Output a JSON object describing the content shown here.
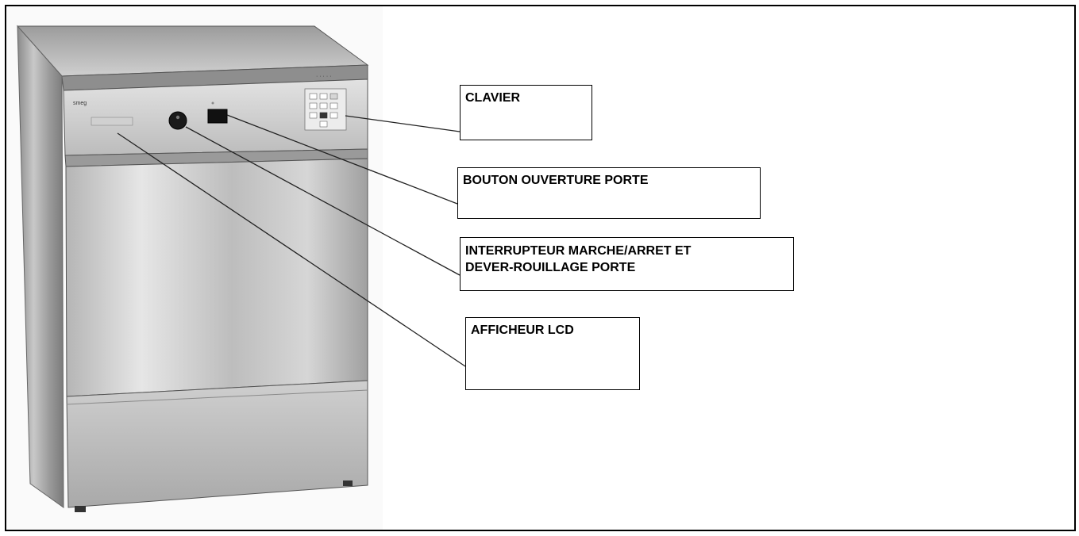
{
  "labels": {
    "clavier": "CLAVIER",
    "bouton_ouverture_porte": "BOUTON OUVERTURE PORTE",
    "interrupteur_line1": "INTERRUPTEUR MARCHE/ARRET ET",
    "interrupteur_line2": "DEVER-ROUILLAGE PORTE",
    "afficheur_lcd": "AFFICHEUR LCD"
  },
  "colors": {
    "steel_light": "#d9d9d9",
    "steel_mid": "#a8a8a8",
    "steel_dark": "#6e6e6e",
    "leader_line": "#222222",
    "outline": "#000000"
  },
  "icons": {
    "machine": "dishwasher-photo",
    "knob": "rotary-knob-icon",
    "door_button": "door-release-button-icon",
    "keypad": "keypad-icon"
  }
}
